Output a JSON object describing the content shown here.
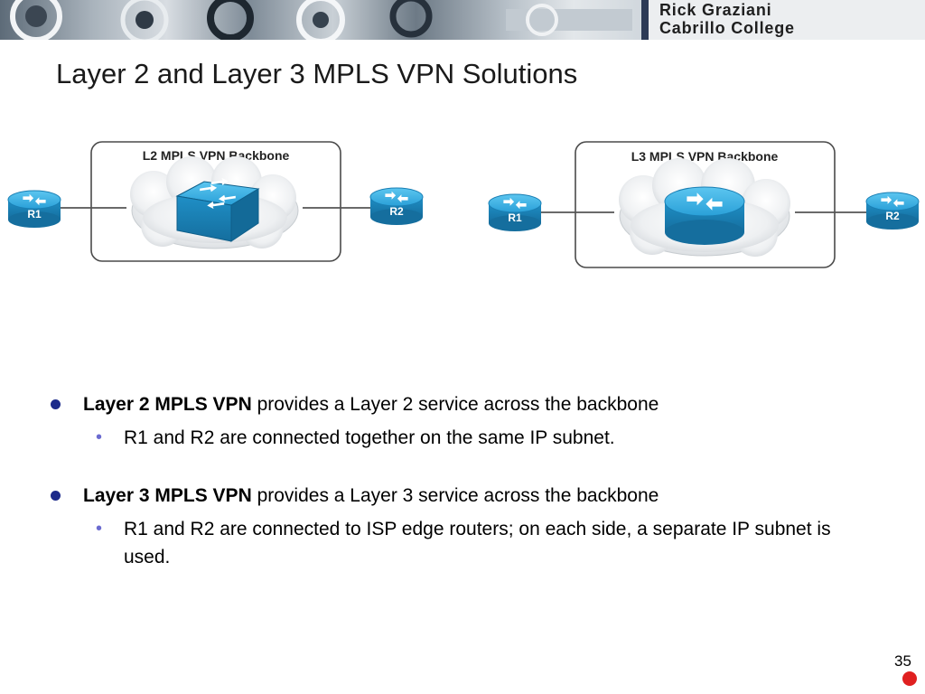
{
  "header": {
    "author": "Rick Graziani",
    "institution": "Cabrillo College"
  },
  "slide": {
    "title": "Layer 2 and Layer 3 MPLS VPN Solutions",
    "page_number": "35"
  },
  "diagrams": {
    "l2": {
      "label": "L2 MPLS VPN Backbone",
      "left_router": "R1",
      "right_router": "R2",
      "core_device": "switch"
    },
    "l3": {
      "label": "L3 MPLS VPN Backbone",
      "left_router": "R1",
      "right_router": "R2",
      "core_device": "router"
    }
  },
  "bullets": [
    {
      "bold": "Layer 2 MPLS VPN",
      "text": " provides a Layer 2 service across the backbone",
      "sub": "R1 and R2 are connected together on the same IP subnet."
    },
    {
      "bold": "Layer 3 MPLS VPN",
      "text": " provides a Layer 3 service across the backbone",
      "sub": "R1 and R2 are connected to ISP edge routers; on each side, a separate IP subnet is used."
    }
  ],
  "colors": {
    "device_blue": "#2aa7dc",
    "bullet_primary": "#1c2a8a",
    "bullet_secondary": "#6b6bd0",
    "accent_red": "#e02020"
  }
}
